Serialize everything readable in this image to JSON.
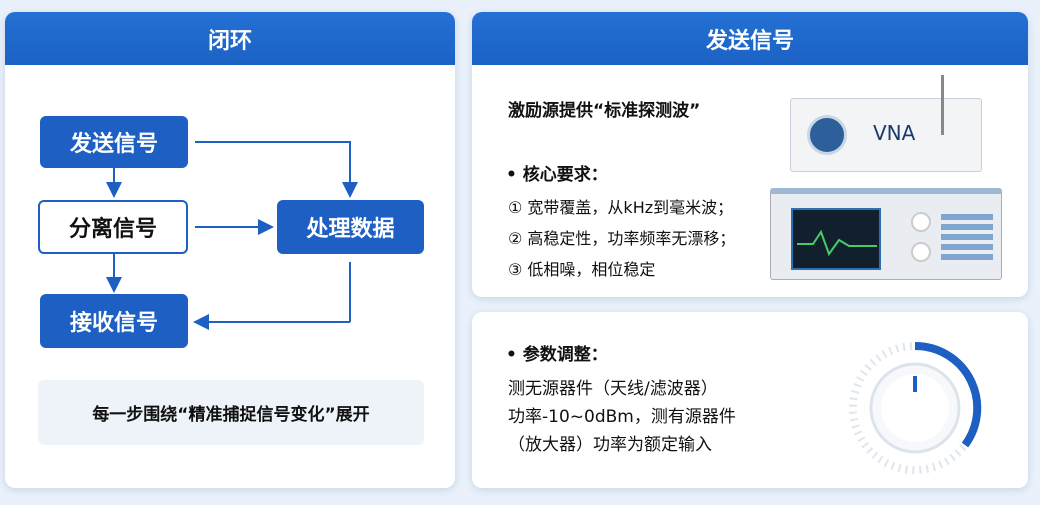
{
  "left": {
    "title": "闭环",
    "steps": {
      "send": "发送信号",
      "separate": "分离信号",
      "process": "处理数据",
      "receive": "接收信号"
    },
    "note": "每一步围绕“精准捕捉信号变化”展开"
  },
  "right_top": {
    "title": "发送信号",
    "heading": "激励源提供“标准探测波”",
    "req_title": "• 核心要求：",
    "reqs": [
      "① 宽带覆盖，从kHz到毫米波；",
      "② 高稳定性，功率频率无漂移；",
      "③ 低相噪，相位稳定"
    ],
    "device_label": "VNA"
  },
  "right_bottom": {
    "title": "• 参数调整：",
    "lines": [
      "测无源器件（天线/滤波器）",
      "功率-10~0dBm，测有源器件",
      "（放大器）功率为额定输入"
    ]
  },
  "colors": {
    "accent": "#1d5fc2"
  }
}
